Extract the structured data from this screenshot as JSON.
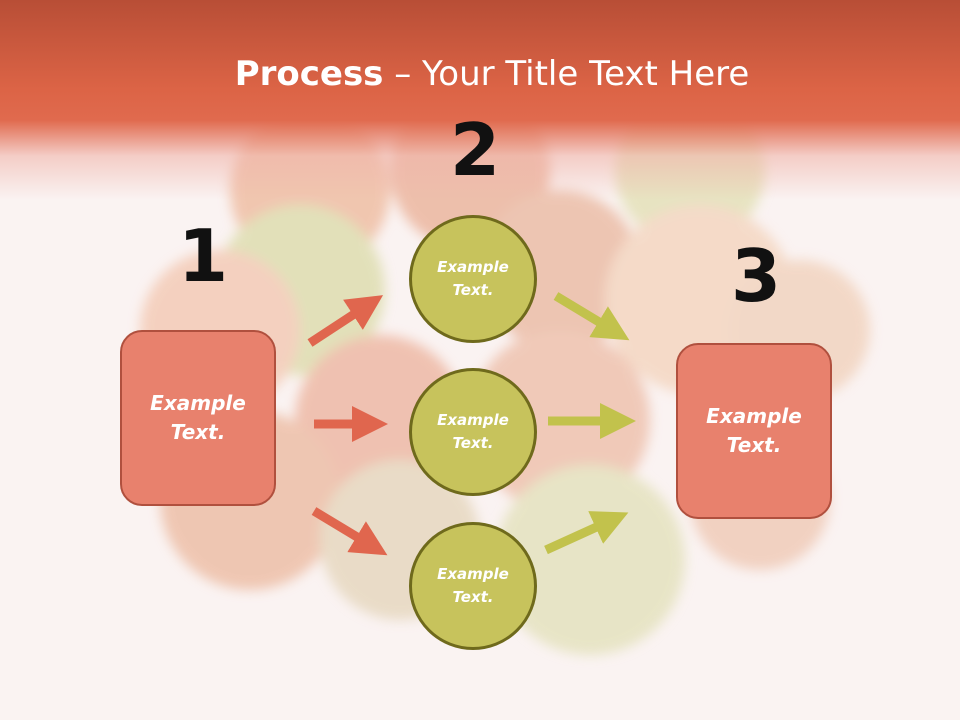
{
  "slide": {
    "title_bold": "Process",
    "title_rest": " – Your Title Text Here"
  },
  "steps": [
    {
      "number": "1",
      "text": "Example\nText."
    },
    {
      "number": "2",
      "items": [
        "Example\nText.",
        "Example\nText.",
        "Example\nText."
      ]
    },
    {
      "number": "3",
      "text": "Example\nText."
    }
  ],
  "colors": {
    "header": "#dc6446",
    "box_fill": "#e8816d",
    "circle_fill": "#c7c35c",
    "arrow_left": "#e0664e",
    "arrow_right": "#c2c24c"
  },
  "background": "pasta-nests-photo"
}
